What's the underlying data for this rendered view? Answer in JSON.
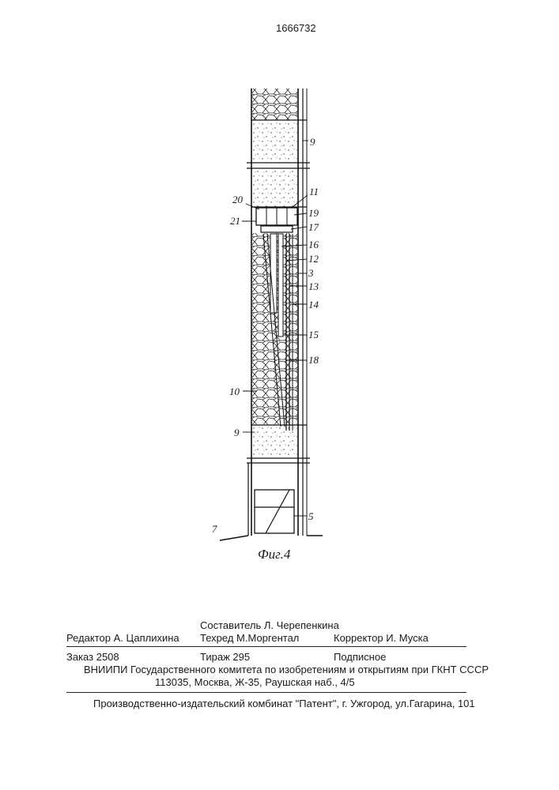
{
  "patent_number": "1666732",
  "figure": {
    "caption": "Фиг.4",
    "labels": {
      "l9_top": "9",
      "l20": "20",
      "l11": "11",
      "l21": "21",
      "l19": "19",
      "l17": "17",
      "l16": "16",
      "l12": "12",
      "l3": "3",
      "l13": "13",
      "l14": "14",
      "l15": "15",
      "l18": "18",
      "l10": "10",
      "l9_bottom": "9",
      "l5": "5",
      "l7": "7"
    }
  },
  "credits": {
    "compiler": "Составитель  Л. Черепенкина",
    "editor": "Редактор  А. Цаплихина",
    "techred": "Техред М.Моргентал",
    "corrector": "Корректор  И. Муска"
  },
  "order": {
    "order_no": "Заказ  2508",
    "circulation": "Тираж   295",
    "subscription": "Подписное"
  },
  "institute": {
    "line1": "ВНИИПИ Государственного комитета по изобретениям и открытиям при ГКНТ СССР",
    "line2": "113035, Москва, Ж-35, Раушская наб., 4/5"
  },
  "publisher": "Производственно-издательский комбинат \"Патент\", г. Ужгород, ул.Гагарина, 101"
}
